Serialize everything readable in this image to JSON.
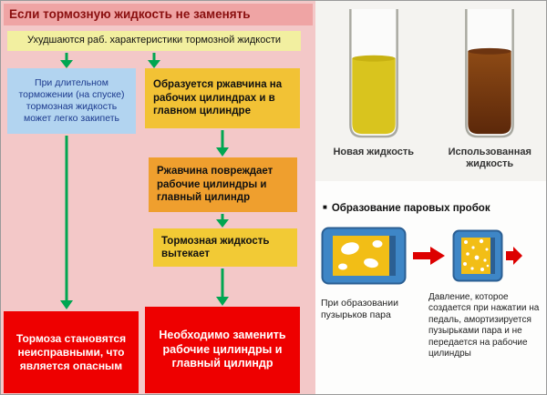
{
  "flowchart": {
    "title": "Если тормозную жидкость не заменять",
    "step_degrade": "Ухудшаются раб. характеристики тормозной жидкости",
    "branch_boil": "При длительном торможении (на спуске) тормозная жидкость может легко закипеть",
    "branch_rust": "Образуется ржавчина на рабочих цилиндрах и в главном цилиндре",
    "step_rust_damage": "Ржавчина повреждает рабочие цилиндры и главный цилиндр",
    "step_leak": "Тормозная жидкость вытекает",
    "result_danger": "Тормоза становятся неисправными, что является опасным",
    "result_replace": "Необходимо заменить рабочие цилиндры и главный цилиндр"
  },
  "fluids": {
    "new_label": "Новая жидкость",
    "used_label": "Использованная жидкость"
  },
  "vapor": {
    "bullet": "■",
    "title": "Образование паровых пробок",
    "caption_bubbles": "При образовании пузырьков пара",
    "caption_pressure": "Давление, которое создается при нажатии на педаль, амортизируется пузырьками пара и не передается на рабочие цилиндры"
  },
  "colors": {
    "panel_pink": "#f3c8c8",
    "title_strip": "#efa4a4",
    "title_text": "#8a0f0f",
    "yellow_light": "#f2efa0",
    "blue_box": "#b2d4f0",
    "blue_text": "#1c3a8e",
    "amber_box": "#f2c235",
    "orange_box": "#ef9f2e",
    "yellow_box": "#f2ca35",
    "red_box": "#ee0000",
    "arrow_green": "#00a651",
    "red_arrow": "#dd0000",
    "new_fluid": "#d9c41e",
    "used_fluid": "#7a3a10"
  }
}
